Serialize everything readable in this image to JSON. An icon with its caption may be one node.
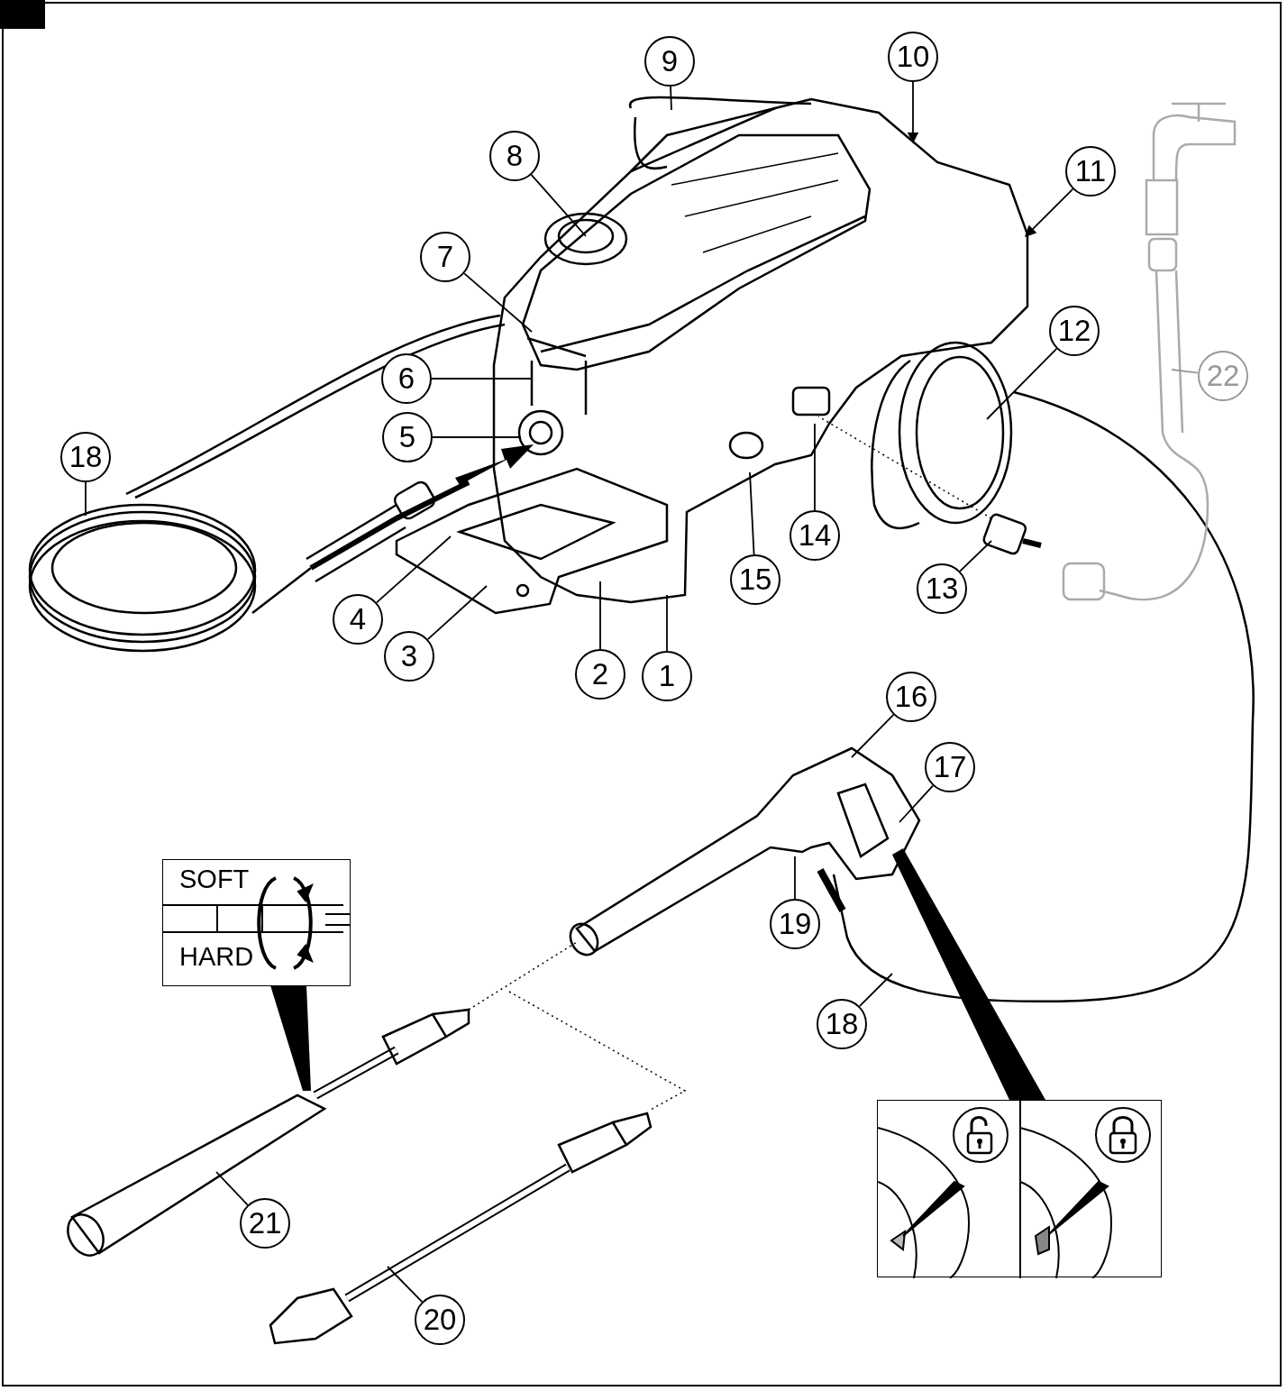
{
  "diagram": {
    "nodes": [
      {
        "text": [
          "9"
        ]
      },
      {
        "text": [
          "10"
        ]
      },
      {
        "text": [
          "8"
        ]
      },
      {
        "text": [
          "11"
        ]
      },
      {
        "text": [
          "7"
        ]
      },
      {
        "text": [
          "12"
        ]
      },
      {
        "text": [
          "22"
        ]
      },
      {
        "text": [
          "6"
        ]
      },
      {
        "text": [
          "5"
        ]
      },
      {
        "text": [
          "18"
        ]
      },
      {
        "text": [
          "14"
        ]
      },
      {
        "text": [
          "13"
        ]
      },
      {
        "text": [
          "15"
        ]
      },
      {
        "text": [
          "4"
        ]
      },
      {
        "text": [
          "3"
        ]
      },
      {
        "text": [
          "2"
        ]
      },
      {
        "text": [
          "1"
        ]
      },
      {
        "text": [
          "16"
        ]
      },
      {
        "text": [
          "17"
        ]
      },
      {
        "text": [
          "19"
        ]
      },
      {
        "text": [
          "18"
        ]
      },
      {
        "text": [
          "21"
        ]
      },
      {
        "text": [
          "20"
        ]
      }
    ],
    "edges": [
      {
        "from": 0,
        "to": null,
        "arrow": "none"
      },
      {
        "from": 1,
        "to": null,
        "arrow": "to"
      },
      {
        "from": 2,
        "to": null,
        "arrow": "none"
      },
      {
        "from": 3,
        "to": null,
        "arrow": "to"
      },
      {
        "from": 4,
        "to": null,
        "arrow": "none"
      },
      {
        "from": 5,
        "to": null,
        "arrow": "none"
      },
      {
        "from": 6,
        "to": null,
        "arrow": "none",
        "color": "#999999"
      },
      {
        "from": 7,
        "to": null,
        "arrow": "none"
      },
      {
        "from": 8,
        "to": null,
        "arrow": "none"
      },
      {
        "from": 9,
        "to": null,
        "arrow": "none"
      },
      {
        "from": 10,
        "to": null,
        "arrow": "none"
      },
      {
        "from": 11,
        "to": null,
        "arrow": "none"
      },
      {
        "from": 12,
        "to": null,
        "arrow": "none"
      },
      {
        "from": 13,
        "to": null,
        "arrow": "none"
      },
      {
        "from": 14,
        "to": null,
        "arrow": "none"
      },
      {
        "from": 15,
        "to": null,
        "arrow": "none"
      },
      {
        "from": 16,
        "to": null,
        "arrow": "none"
      },
      {
        "from": 17,
        "to": null,
        "arrow": "none"
      },
      {
        "from": 18,
        "to": null,
        "arrow": "none"
      },
      {
        "from": 19,
        "to": null,
        "arrow": "none"
      },
      {
        "from": 20,
        "to": null,
        "arrow": "none"
      },
      {
        "from": 21,
        "to": null,
        "arrow": "none"
      },
      {
        "from": 22,
        "to": null,
        "arrow": "none"
      }
    ],
    "labels": [
      "SOFT",
      "HARD"
    ]
  }
}
